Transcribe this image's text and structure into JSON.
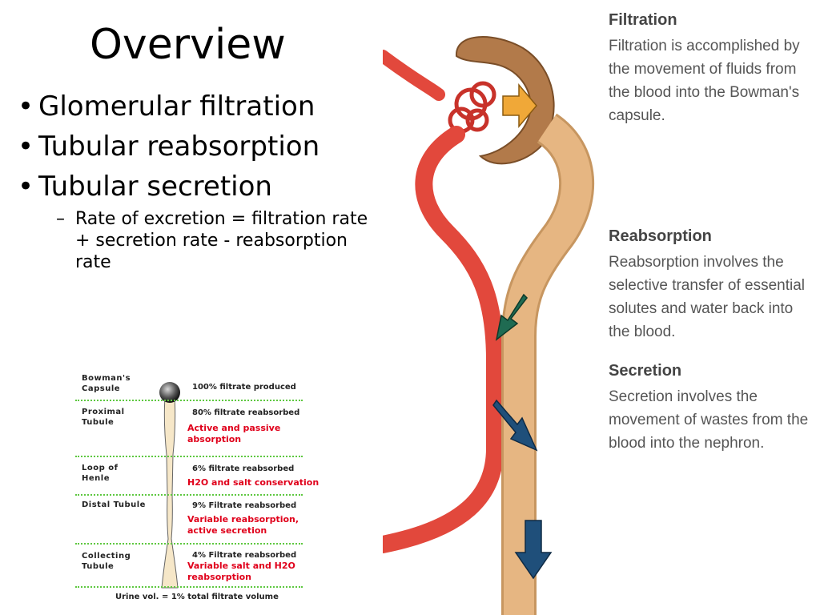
{
  "title": "Overview",
  "bullets": [
    "Glomerular filtration",
    "Tubular reabsorption",
    "Tubular secretion"
  ],
  "sub_bullet": "Rate of excretion = filtration rate + secretion rate - reabsorption rate",
  "mini_chart": {
    "segments": [
      {
        "label": "Bowman's Capsule",
        "stat": "100% filtrate produced",
        "note": ""
      },
      {
        "label": "Proximal Tubule",
        "stat": "80% filtrate reabsorbed",
        "note": "Active and passive absorption"
      },
      {
        "label": "Loop of Henle",
        "stat": "6% filtrate reabsorbed",
        "note": "H2O and salt conservation"
      },
      {
        "label": "Distal Tubule",
        "stat": "9% Filtrate reabsorbed",
        "note": "Variable reabsorption, active secretion"
      },
      {
        "label": "Collecting Tubule",
        "stat": "4% Filtrate reabsorbed",
        "note": "Variable salt and H2O reabsorption"
      }
    ],
    "footer": "Urine vol. = 1% total filtrate volume",
    "label_color": "#e0001b",
    "divider_color": "#5ec840"
  },
  "panels": {
    "filtration": {
      "heading": "Filtration",
      "body": "Filtration is accomplished by the movement of fluids from the blood into the Bowman's capsule."
    },
    "reabsorption": {
      "heading": "Reabsorption",
      "body": "Reabsorption involves the selective transfer of essential solutes and water back into the blood."
    },
    "secretion": {
      "heading": "Secretion",
      "body": "Secretion involves the movement of wastes from the blood into the nephron."
    }
  },
  "colors": {
    "vessel": "#e2483c",
    "tubule": "#e6b682",
    "capsule": "#b27a4a",
    "filtration_arrow": "#f0a838",
    "reabsorption_arrow": "#1f6b52",
    "secretion_arrow": "#1f4f7a"
  }
}
